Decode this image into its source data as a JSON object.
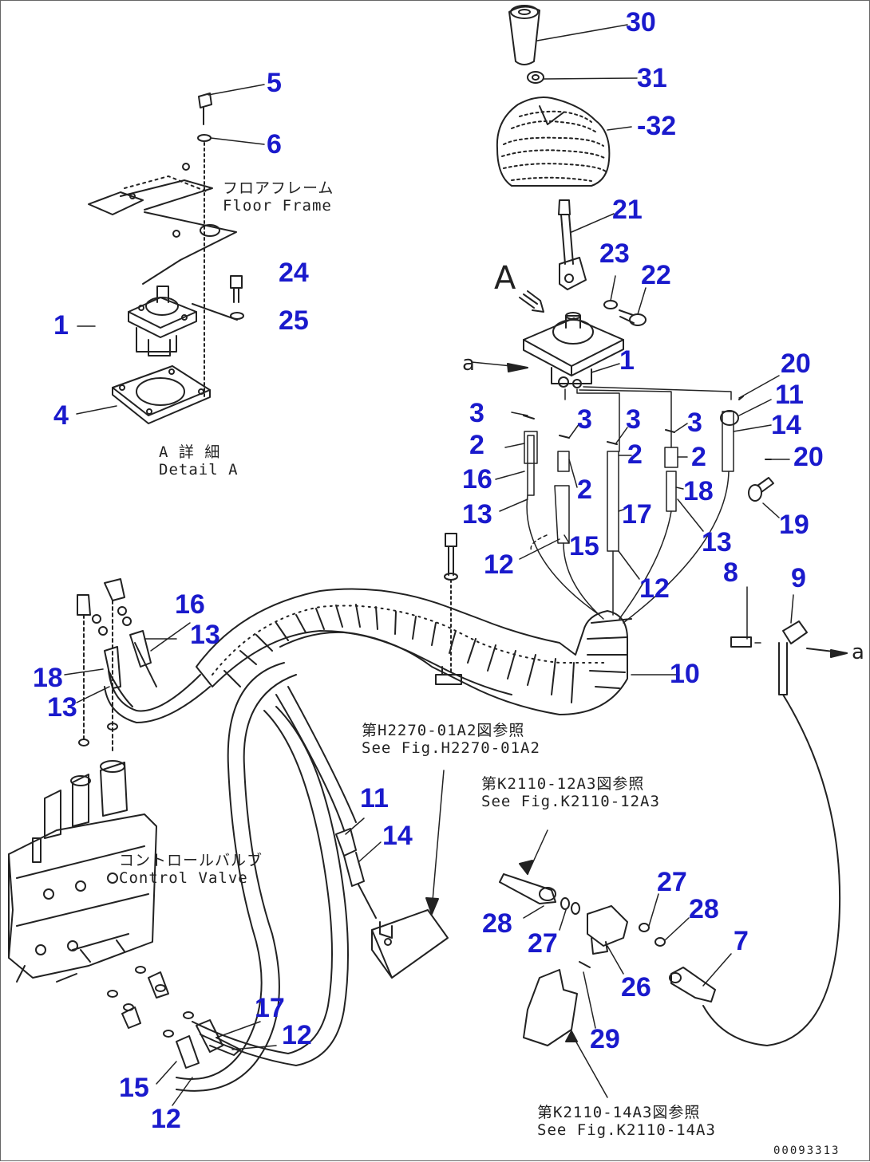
{
  "diagram": {
    "drawing_code": "00093313",
    "view_marker": "A",
    "arrow_marker": "a",
    "callouts": [
      {
        "id": "c30",
        "text": "30"
      },
      {
        "id": "c31",
        "text": "31"
      },
      {
        "id": "c32",
        "text": "-32"
      },
      {
        "id": "c21",
        "text": "21"
      },
      {
        "id": "c23",
        "text": "23"
      },
      {
        "id": "c22",
        "text": "22"
      },
      {
        "id": "c1r",
        "text": "1"
      },
      {
        "id": "c20a",
        "text": "20"
      },
      {
        "id": "c11a",
        "text": "11"
      },
      {
        "id": "c14a",
        "text": "14"
      },
      {
        "id": "c20b",
        "text": "20"
      },
      {
        "id": "c3a",
        "text": "3"
      },
      {
        "id": "c3b",
        "text": "3"
      },
      {
        "id": "c3c",
        "text": "3"
      },
      {
        "id": "c3d",
        "text": "3"
      },
      {
        "id": "c2a",
        "text": "2"
      },
      {
        "id": "c2b",
        "text": "2"
      },
      {
        "id": "c2c",
        "text": "2"
      },
      {
        "id": "c2d",
        "text": "2"
      },
      {
        "id": "c16a",
        "text": "16"
      },
      {
        "id": "c13a",
        "text": "13"
      },
      {
        "id": "c17a",
        "text": "17"
      },
      {
        "id": "c18a",
        "text": "18"
      },
      {
        "id": "c13b",
        "text": "13"
      },
      {
        "id": "c19",
        "text": "19"
      },
      {
        "id": "c12a",
        "text": "12"
      },
      {
        "id": "c15a",
        "text": "15"
      },
      {
        "id": "c12b",
        "text": "12"
      },
      {
        "id": "c8",
        "text": "8"
      },
      {
        "id": "c9",
        "text": "9"
      },
      {
        "id": "c10",
        "text": "10"
      },
      {
        "id": "c5",
        "text": "5"
      },
      {
        "id": "c6",
        "text": "6"
      },
      {
        "id": "c24",
        "text": "24"
      },
      {
        "id": "c25",
        "text": "25"
      },
      {
        "id": "c1l",
        "text": "1"
      },
      {
        "id": "c4",
        "text": "4"
      },
      {
        "id": "c16b",
        "text": "16"
      },
      {
        "id": "c13c",
        "text": "13"
      },
      {
        "id": "c18b",
        "text": "18"
      },
      {
        "id": "c13d",
        "text": "13"
      },
      {
        "id": "c11b",
        "text": "11"
      },
      {
        "id": "c14b",
        "text": "14"
      },
      {
        "id": "c27a",
        "text": "27"
      },
      {
        "id": "c28a",
        "text": "28"
      },
      {
        "id": "c28b",
        "text": "28"
      },
      {
        "id": "c27b",
        "text": "27"
      },
      {
        "id": "c7",
        "text": "7"
      },
      {
        "id": "c26",
        "text": "26"
      },
      {
        "id": "c29",
        "text": "29"
      },
      {
        "id": "c17b",
        "text": "17"
      },
      {
        "id": "c12c",
        "text": "12"
      },
      {
        "id": "c15b",
        "text": "15"
      },
      {
        "id": "c12d",
        "text": "12"
      }
    ],
    "notes": {
      "floor_frame": "フロアフレーム\nFloor Frame",
      "detail_a": "A 詳 細\nDetail A",
      "control_valve": "コントロールバルブ\nControl Valve",
      "see_h2270": "第H2270-01A2図参照\nSee Fig.H2270-01A2",
      "see_k2110_12": "第K2110-12A3図参照\nSee Fig.K2110-12A3",
      "see_k2110_14": "第K2110-14A3図参照\nSee Fig.K2110-14A3"
    }
  }
}
